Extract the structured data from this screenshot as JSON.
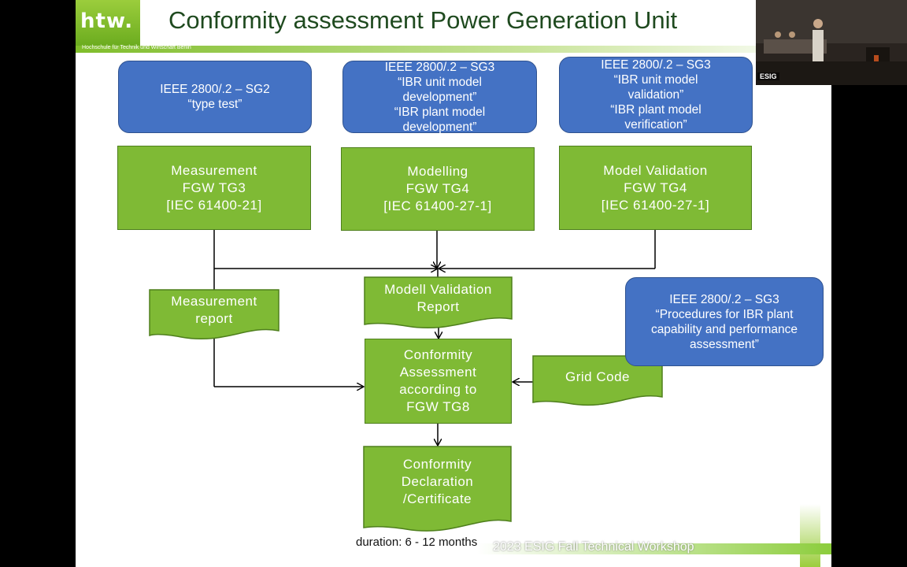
{
  "header": {
    "logo_text": "htw.",
    "university": "Hochschule für Technik und Wirtschaft Berlin",
    "title": "Conformity assessment Power Generation Unit"
  },
  "blue_boxes": {
    "sg2": "IEEE 2800/.2 – SG2\n“type test”",
    "sg3_model": "IEEE 2800/.2 – SG3\n“IBR unit model\ndevelopment”\n“IBR plant model\ndevelopment”",
    "sg3_validation": "IEEE 2800/.2 – SG3\n“IBR unit model\nvalidation”\n“IBR plant model\nverification”",
    "sg3_procedures": "IEEE 2800/.2 – SG3\n“Procedures for IBR plant\ncapability and performance\nassessment”"
  },
  "green_boxes": {
    "measurement": "Measurement\nFGW TG3\n[IEC 61400-21]",
    "modelling": "Modelling\nFGW TG4\n[IEC 61400-27-1]",
    "model_validation": "Model Validation\nFGW TG4\n[IEC 61400-27-1]",
    "measurement_report": "Measurement\nreport",
    "modell_validation_report": "Modell Validation\nReport",
    "conformity_assessment": "Conformity\nAssessment\naccording to\nFGW TG8",
    "grid_code": "Grid Code",
    "conformity_declaration": "Conformity\nDeclaration\n/Certificate"
  },
  "footer": {
    "duration": "duration: 6 - 12 months",
    "workshop": "2023 ESIG Fall Technical Workshop"
  },
  "webcam": {
    "label": "ESIG"
  },
  "colors": {
    "blue_fill": "#4472c4",
    "green_fill": "#7fba35",
    "title": "#1f4a1f",
    "brand_green": "#8ccd3c"
  }
}
